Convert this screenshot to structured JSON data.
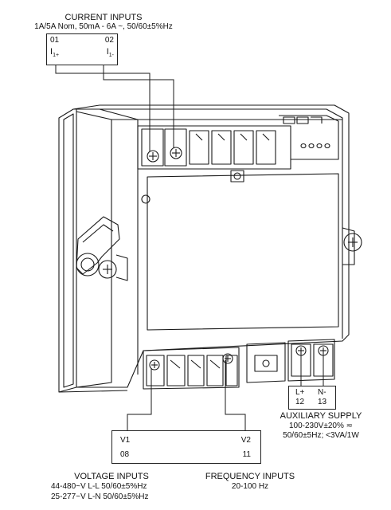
{
  "current_inputs": {
    "title": "CURRENT INPUTS",
    "spec": "1A/5A Nom, 50mA - 6A ~, 50/60±5%Hz",
    "terminal_left_num": "01",
    "terminal_right_num": "02",
    "terminal_left_label": "I",
    "terminal_left_sub": "1+",
    "terminal_right_label": "I",
    "terminal_right_sub": "1-"
  },
  "auxiliary_supply": {
    "term_left": "L+",
    "term_right": "N-",
    "num_left": "12",
    "num_right": "13",
    "title": "AUXILIARY SUPPLY",
    "line1": "100-230V±20% ≂",
    "line2": "50/60±5Hz; <3VA/1W"
  },
  "voltage_box": {
    "v1": "V1",
    "v2": "V2",
    "num_left": "08",
    "num_right": "11"
  },
  "voltage_inputs": {
    "title": "VOLTAGE INPUTS",
    "line1": "44-480~V  L-L  50/60±5%Hz",
    "line2": "25-277~V  L-N  50/60±5%Hz"
  },
  "frequency_inputs": {
    "title": "FREQUENCY INPUTS",
    "range": "20-100 Hz"
  }
}
